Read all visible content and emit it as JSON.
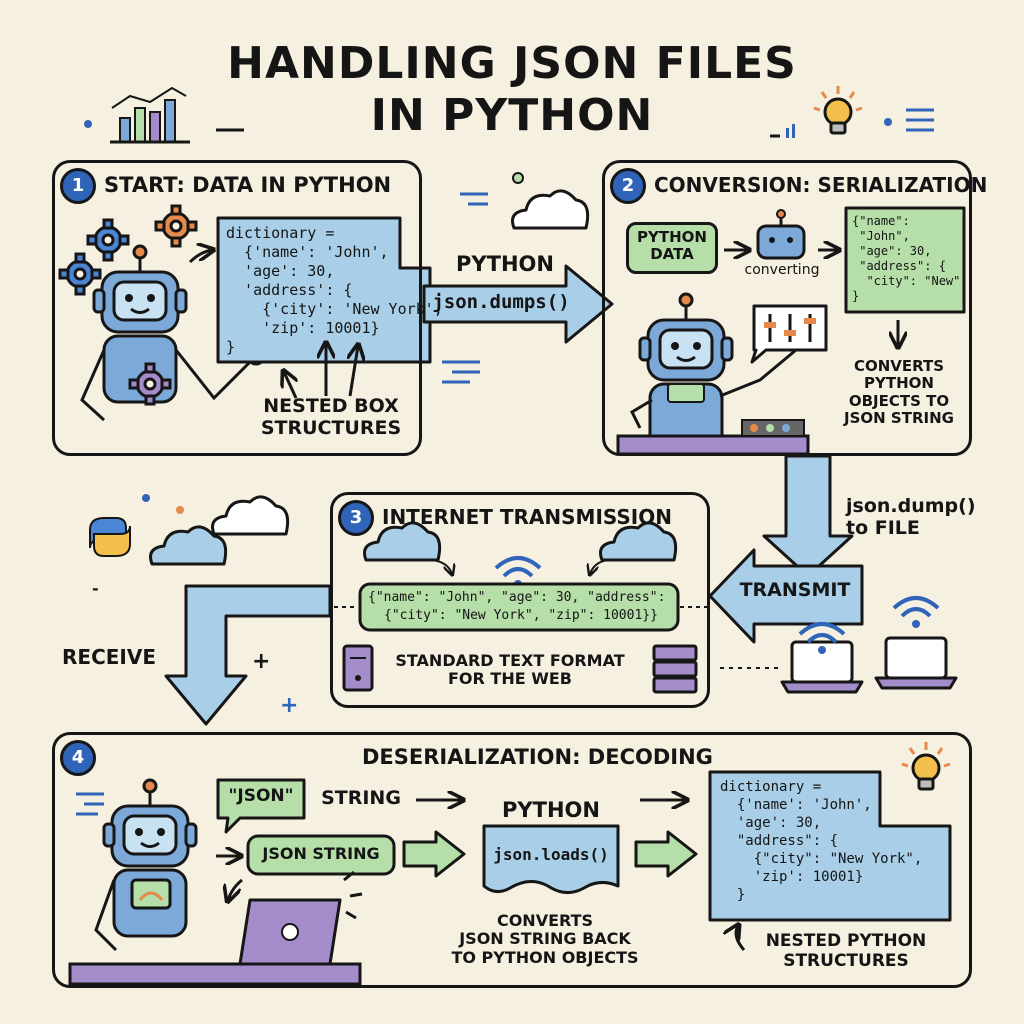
{
  "title": {
    "line1": "HANDLING JSON FILES",
    "line2": "IN PYTHON"
  },
  "panel1": {
    "number": "1",
    "title": "START: DATA IN PYTHON",
    "code": "dictionary =\n  {'name': 'John',\n  'age': 30,\n  'address': {\n    {'city': 'New York',\n    'zip': 10001}\n}",
    "caption": "NESTED BOX\nSTRUCTURES"
  },
  "arrow1": {
    "top": "PYTHON",
    "label": "json.dumps()"
  },
  "panel2": {
    "number": "2",
    "title": "CONVERSION: SERIALIZATION",
    "input_chip": "PYTHON\nDATA",
    "converting": "converting",
    "code": "{\"name\":\n \"John\",\n \"age\": 30,\n \"address\": {\n  \"city\": \"New\"\n}",
    "caption": "CONVERTS\nPYTHON\nOBJECTS TO\nJSON STRING"
  },
  "down_arrow": {
    "label": "json.dump()\nto FILE"
  },
  "transmit": {
    "label": "TRANSMIT"
  },
  "panel3": {
    "number": "3",
    "title": "INTERNET TRANSMISSION",
    "json_line1": "{\"name\": \"John\", \"age\": 30, \"address\":",
    "json_line2": "{\"city\": \"New York\", \"zip\": 10001}}",
    "caption": "STANDARD TEXT FORMAT\nFOR THE WEB"
  },
  "receive": {
    "label": "RECEIVE"
  },
  "panel4": {
    "number": "4",
    "title": "DESERIALIZATION: DECODING",
    "bubble": "\"JSON\"",
    "string_label": "STRING",
    "json_string_chip": "JSON STRING",
    "python_label": "PYTHON",
    "method": "json.loads()",
    "caption": "CONVERTS\nJSON STRING BACK\nTO PYTHON OBJECTS",
    "code": "dictionary =\n  {'name': 'John',\n  'age': 30,\n  \"address\": {\n    {\"city\": \"New York\",\n    'zip': 10001}\n  }",
    "nested_caption": "NESTED PYTHON\nSTRUCTURES"
  },
  "colors": {
    "background": "#f6f0e1",
    "blue_box": "#a9cfe8",
    "green_box": "#b6dea9",
    "purple": "#a48bc9",
    "badge": "#2f64b8",
    "robot": "#7ca9d8",
    "orange": "#e58a4b"
  },
  "icons": [
    "gear-icon",
    "robot-icon",
    "cloud-icon",
    "wifi-icon",
    "laptop-icon",
    "server-icon",
    "lightbulb-icon",
    "python-logo-icon",
    "bar-chart-icon",
    "gauge-icon"
  ]
}
